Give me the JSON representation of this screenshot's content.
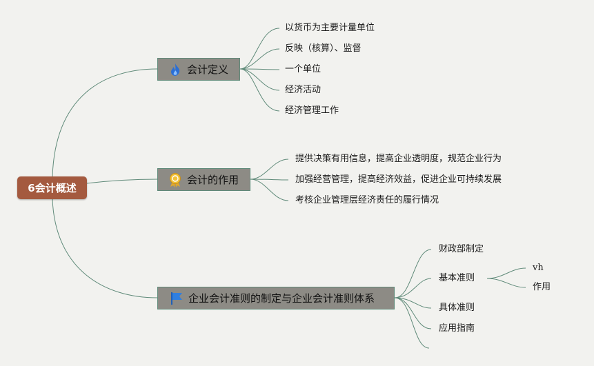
{
  "root": {
    "label": "6会计概述"
  },
  "branches": [
    {
      "label": "会计定义",
      "icon": "flame-icon",
      "children": [
        "以货币为主要计量单位",
        "反映（核算）、监督",
        "一个单位",
        "经济活动",
        "经济管理工作"
      ]
    },
    {
      "label": "会计的作用",
      "icon": "award-badge-icon",
      "children": [
        "提供决策有用信息，提高企业透明度，规范企业行为",
        "加强经营管理，提高经济效益，促进企业可持续发展",
        "考核企业管理层经济责任的履行情况"
      ]
    },
    {
      "label": "企业会计准则的制定与企业会计准则体系",
      "icon": "flag-icon",
      "children": [
        "财政部制定",
        "基本准则",
        "具体准则",
        "应用指南"
      ],
      "sub_children": [
        "vh",
        "作用"
      ]
    }
  ],
  "colors": {
    "root_fill": "#a45a3f",
    "branch_fill": "#8d8b85",
    "edge": "#5f8a79",
    "background": "#f2f2ef"
  }
}
